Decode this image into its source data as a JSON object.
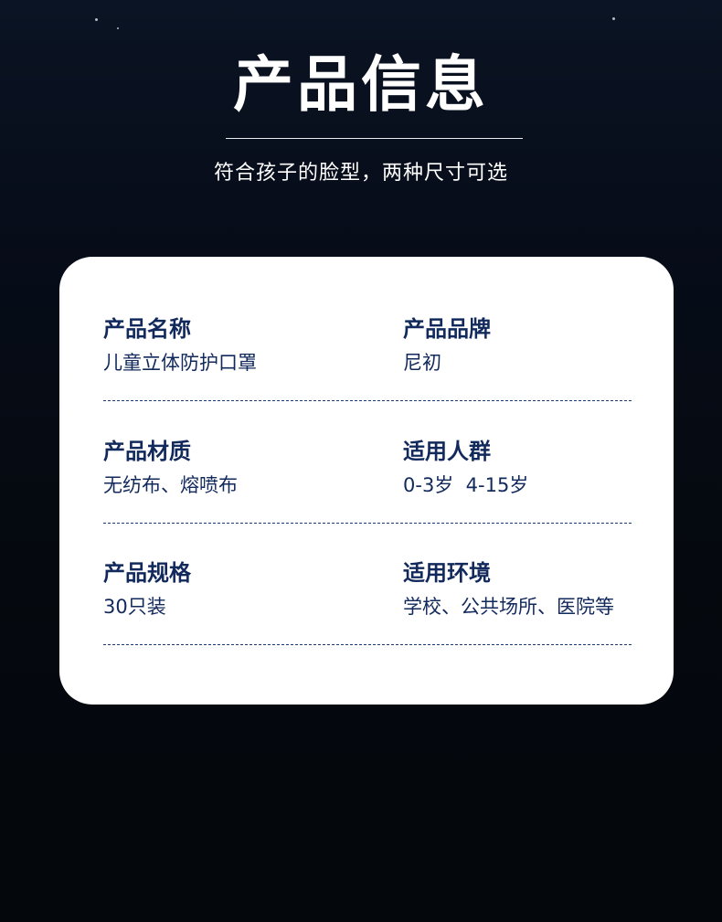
{
  "header": {
    "title": "产品信息",
    "subtitle": "符合孩子的脸型，两种尺寸可选"
  },
  "details": [
    {
      "label": "产品名称",
      "value": "儿童立体防护口罩"
    },
    {
      "label": "产品品牌",
      "value": "尼初"
    },
    {
      "label": "产品材质",
      "value": "无纺布、熔喷布"
    },
    {
      "label": "适用人群",
      "value": "0-3岁  4-15岁"
    },
    {
      "label": "产品规格",
      "value": "30只装"
    },
    {
      "label": "适用环境",
      "value": "学校、公共场所、医院等"
    }
  ],
  "colors": {
    "background": "#05090f",
    "card": "#ffffff",
    "text_dark": "#12295c",
    "divider": "#1d3a78"
  }
}
